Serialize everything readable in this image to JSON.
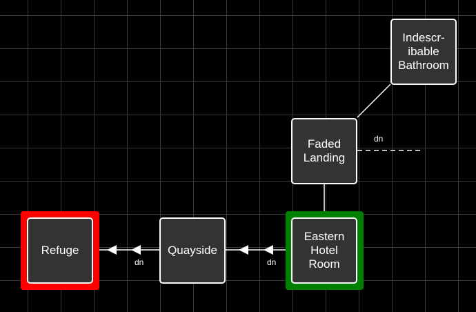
{
  "map": {
    "rooms": {
      "bathroom": "Indescr-\nibable\nBathroom",
      "landing": "Faded\nLanding",
      "quayside": "Quayside",
      "eastern": "Eastern\nHotel\nRoom",
      "refuge": "Refuge"
    },
    "exit_labels": {
      "landing_dn": "dn",
      "quayside_dn": "dn",
      "eastern_dn": "dn"
    },
    "colors": {
      "current_room": "#008000",
      "target_room": "#ff0000",
      "room_fill": "#333333",
      "room_border": "#ffffff",
      "grid": "#3a3a3a",
      "background": "#000000"
    }
  }
}
